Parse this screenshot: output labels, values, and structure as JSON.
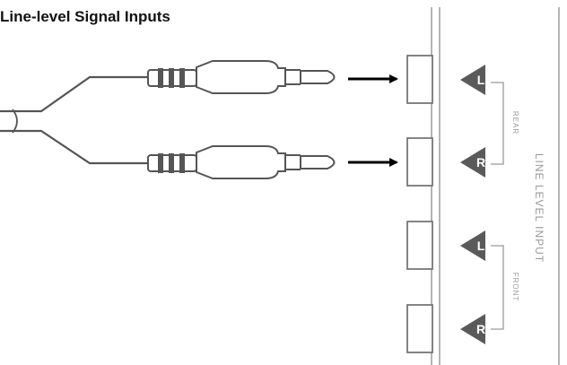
{
  "title": "Line-level Signal Inputs",
  "panel": {
    "group_label": "LINE LEVEL INPUT",
    "rear_label": "REAR",
    "front_label": "FRONT",
    "jacks": [
      {
        "channel": "L"
      },
      {
        "channel": "R"
      },
      {
        "channel": "L"
      },
      {
        "channel": "R"
      }
    ]
  },
  "colors": {
    "cable": "#555555",
    "panel_line": "#b5b5b5",
    "badge": "#5a5a5a",
    "arrow": "#000000"
  }
}
